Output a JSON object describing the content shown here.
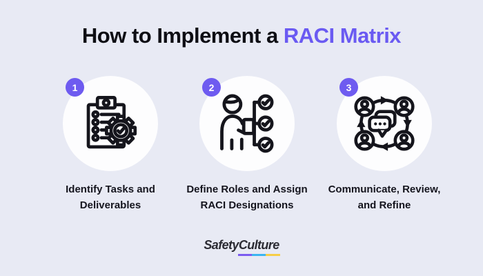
{
  "colors": {
    "background": "#E8EAF4",
    "card_circle": "#FDFDFE",
    "badge": "#6E5BF0",
    "title_dark": "#0E0E14",
    "title_accent": "#6A5AF2",
    "label_text": "#15151E",
    "icon_stroke": "#15151C",
    "logo_text": "#2B2B33",
    "logo_underline_purple": "#7C5CF0",
    "logo_underline_blue": "#3AB5F0",
    "logo_underline_yellow": "#F7CE46"
  },
  "title": {
    "prefix": "How to Implement a",
    "highlight": "RACI Matrix"
  },
  "steps": [
    {
      "number": "1",
      "icon": "clipboard-gear-icon",
      "label_lines": [
        "Identify Tasks and",
        "Deliverables"
      ]
    },
    {
      "number": "2",
      "icon": "person-checklist-icon",
      "label_lines": [
        "Define Roles and Assign",
        "RACI Designations"
      ]
    },
    {
      "number": "3",
      "icon": "communication-cycle-icon",
      "label_lines": [
        "Communicate, Review,",
        "and Refine"
      ]
    }
  ],
  "footer": {
    "logo_part1": "Safety",
    "logo_part2": "Culture"
  }
}
